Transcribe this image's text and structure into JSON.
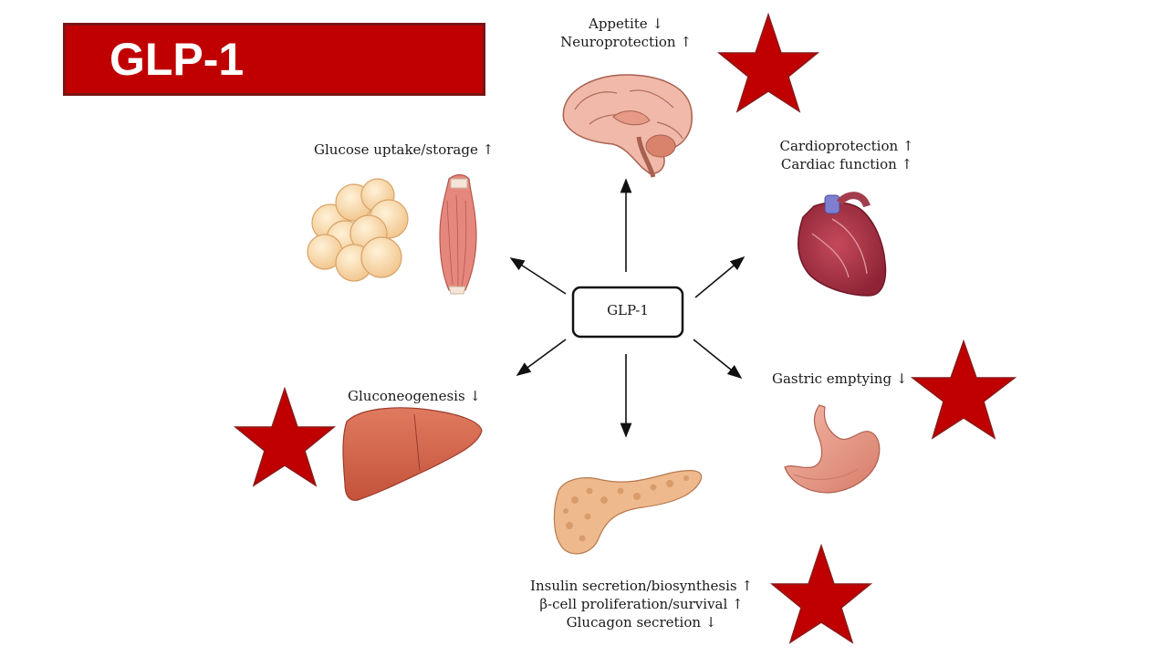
{
  "slide": {
    "title": "GLP-1"
  },
  "diagram": {
    "center_label": "GLP-1",
    "nodes": {
      "brain": {
        "lines": [
          "Appetite ↓",
          "Neuroprotection ↑"
        ],
        "starred": true
      },
      "muscle_fat": {
        "lines": [
          "Glucose uptake/storage ↑"
        ],
        "starred": false
      },
      "heart": {
        "lines": [
          "Cardioprotection ↑",
          "Cardiac function ↑"
        ],
        "starred": false
      },
      "liver": {
        "lines": [
          "Gluconeogenesis ↓"
        ],
        "starred": true
      },
      "stomach": {
        "lines": [
          "Gastric emptying ↓"
        ],
        "starred": true
      },
      "pancreas": {
        "lines": [
          "Insulin secretion/biosynthesis ↑",
          "β-cell proliferation/survival ↑",
          "Glucagon secretion ↓"
        ],
        "starred": true
      }
    }
  },
  "colors": {
    "title_bg": "#c00000",
    "star_fill": "#c00000",
    "star_stroke": "#8a1a1a"
  }
}
